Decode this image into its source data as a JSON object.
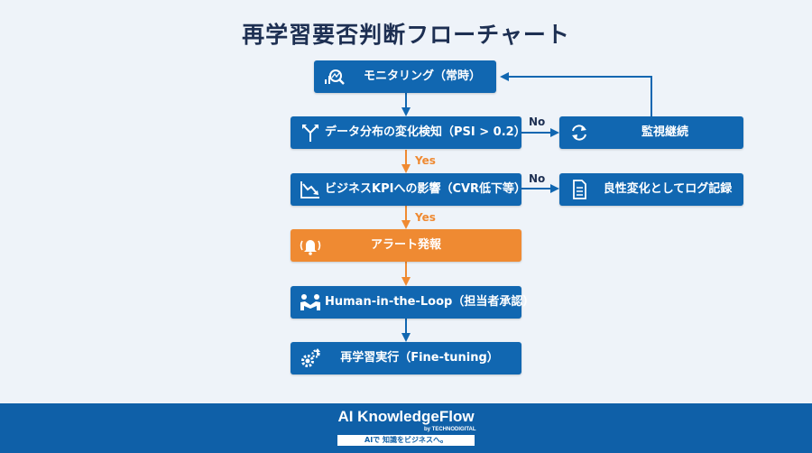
{
  "title": "再学習要否判断フローチャート",
  "nodes": {
    "monitoring": {
      "label": "モニタリング（常時）",
      "icon": "monitor-analytics-icon"
    },
    "drift_detection": {
      "label": "データ分布の変化検知（PSI > 0.2）",
      "icon": "split-arrows-icon"
    },
    "continue_monitoring": {
      "label": "監視継続",
      "icon": "refresh-icon"
    },
    "business_kpi": {
      "label": "ビジネスKPIへの影響（CVR低下等）",
      "icon": "trend-down-icon"
    },
    "log_record": {
      "label": "良性変化としてログ記録",
      "icon": "document-icon"
    },
    "alert": {
      "label": "アラート発報",
      "icon": "alarm-bell-icon"
    },
    "human_in_loop": {
      "label": "Human-in-the-Loop（担当者承認）",
      "icon": "handshake-icon"
    },
    "retrain": {
      "label": "再学習実行（Fine-tuning）",
      "icon": "gears-icon"
    }
  },
  "edges": {
    "drift_no": "No",
    "drift_yes": "Yes",
    "kpi_no": "No",
    "kpi_yes": "Yes"
  },
  "colors": {
    "node": "#1167b1",
    "alert": "#ef8a32",
    "title": "#1d2f52",
    "footer": "#0f60a8",
    "background": "#eef3f9"
  },
  "footer": {
    "brand": "AI KnowledgeFlow",
    "byline": "by TECHNODIGITAL",
    "tagline": "AIで 知識をビジネスへ。"
  }
}
